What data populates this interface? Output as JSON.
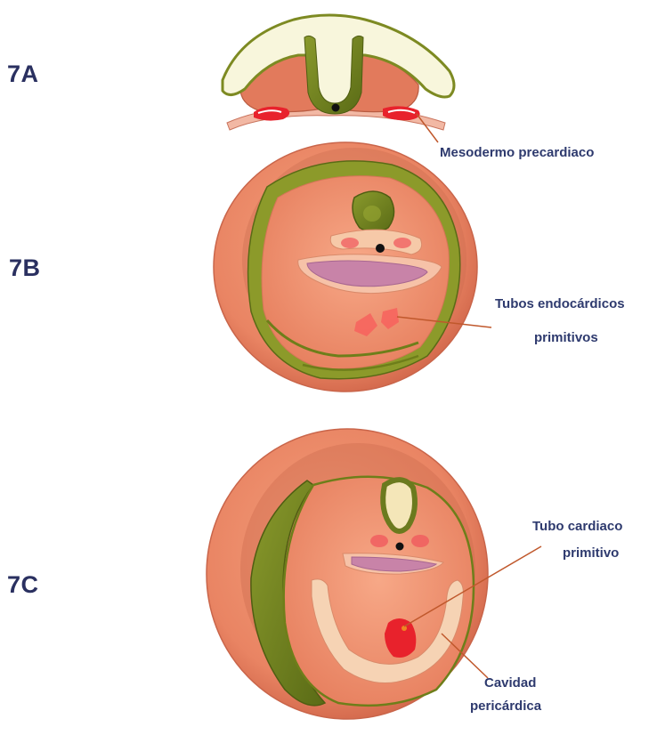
{
  "panels": [
    {
      "label": "7A",
      "callouts": [
        "Mesodermo precardiaco"
      ]
    },
    {
      "label": "7B",
      "callouts": [
        "Tubos endocárdicos",
        "primitivos"
      ]
    },
    {
      "label": "7C",
      "callouts": [
        "Tubo cardiaco",
        "primitivo",
        "Cavidad",
        "pericárdica"
      ]
    }
  ],
  "colors": {
    "label_text": "#2a3060",
    "callout_text": "#2e3a6e",
    "leader_line": "#c0582c",
    "ectoderm": "#f7f4d8",
    "neural_tube": "#6b7a1e",
    "mesoderm": "#e98563",
    "endoderm_lumen": "#c883a8",
    "blood_red": "#e8222c"
  }
}
